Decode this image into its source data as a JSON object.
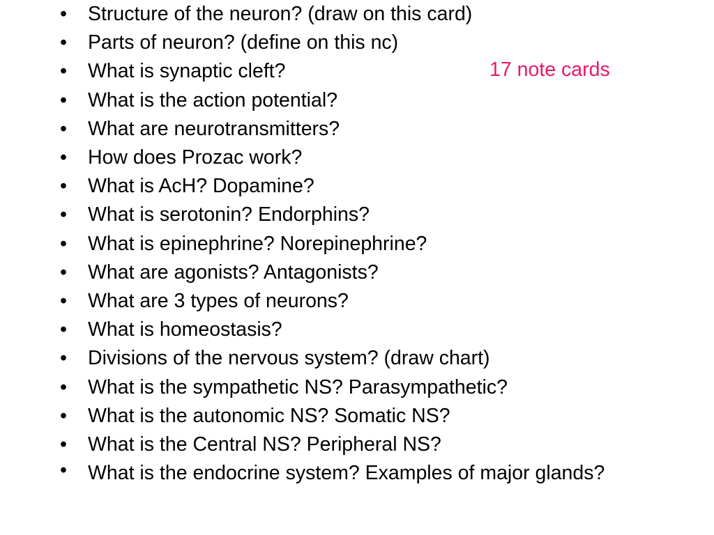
{
  "slide": {
    "bullet_symbol": "•",
    "items": [
      "Structure of the neuron? (draw on this card)",
      "Parts of neuron? (define on this nc)",
      "What is synaptic cleft?",
      "What is the action potential?",
      "What are neurotransmitters?",
      "How does Prozac work?",
      "What is AcH?  Dopamine?",
      "What is serotonin? Endorphins?",
      "What is epinephrine?  Norepinephrine?",
      "What are agonists?  Antagonists?",
      "What are 3 types of neurons?",
      "What is homeostasis?",
      "Divisions of the nervous system? (draw chart)",
      "What is the sympathetic NS? Parasympathetic?",
      "What is the autonomic NS? Somatic NS?",
      "What is the Central NS?  Peripheral NS?",
      "What is the endocrine system? Examples of major glands?"
    ],
    "side_note": "17 note cards",
    "colors": {
      "text": "#000000",
      "side_note": "#e8196a",
      "background": "#ffffff"
    }
  }
}
